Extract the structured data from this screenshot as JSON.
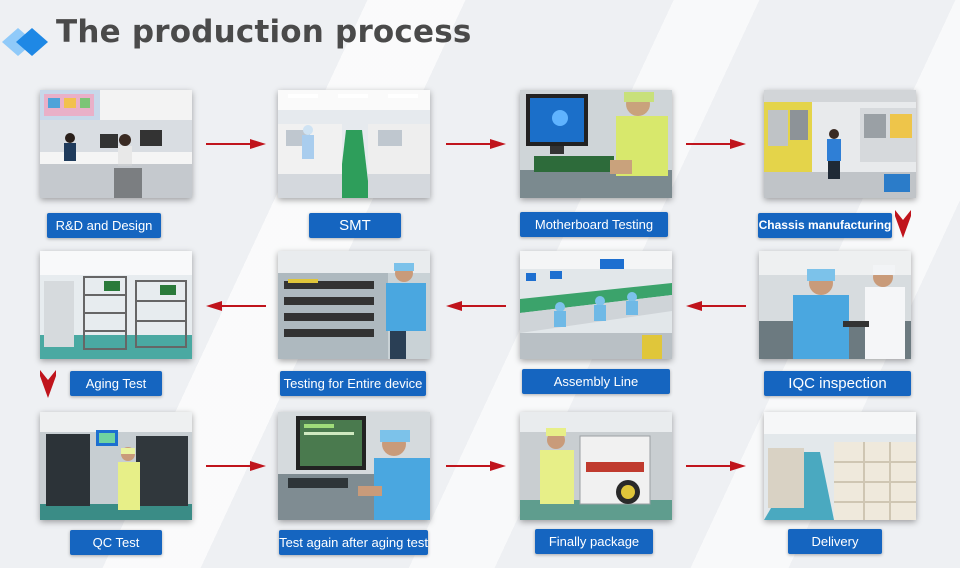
{
  "title": "The production process",
  "steps": [
    {
      "label": "R&D and Design"
    },
    {
      "label": "SMT"
    },
    {
      "label": "Motherboard Testing"
    },
    {
      "label": "Chassis manufacturing"
    },
    {
      "label": "IQC inspection"
    },
    {
      "label": "Assembly Line"
    },
    {
      "label": "Testing for Entire device"
    },
    {
      "label": "Aging Test"
    },
    {
      "label": "QC Test"
    },
    {
      "label": "Test again after aging test"
    },
    {
      "label": "Finally package"
    },
    {
      "label": "Delivery"
    }
  ],
  "colors": {
    "label_bg": "#1565c0",
    "arrow": "#c0141c",
    "title": "#4a4a4a",
    "diamond_blue": "#1e88e5",
    "diamond_light": "#90caf9"
  },
  "icons": {
    "title_marker": "diamond-icon",
    "flow_arrow": "arrow-icon"
  }
}
